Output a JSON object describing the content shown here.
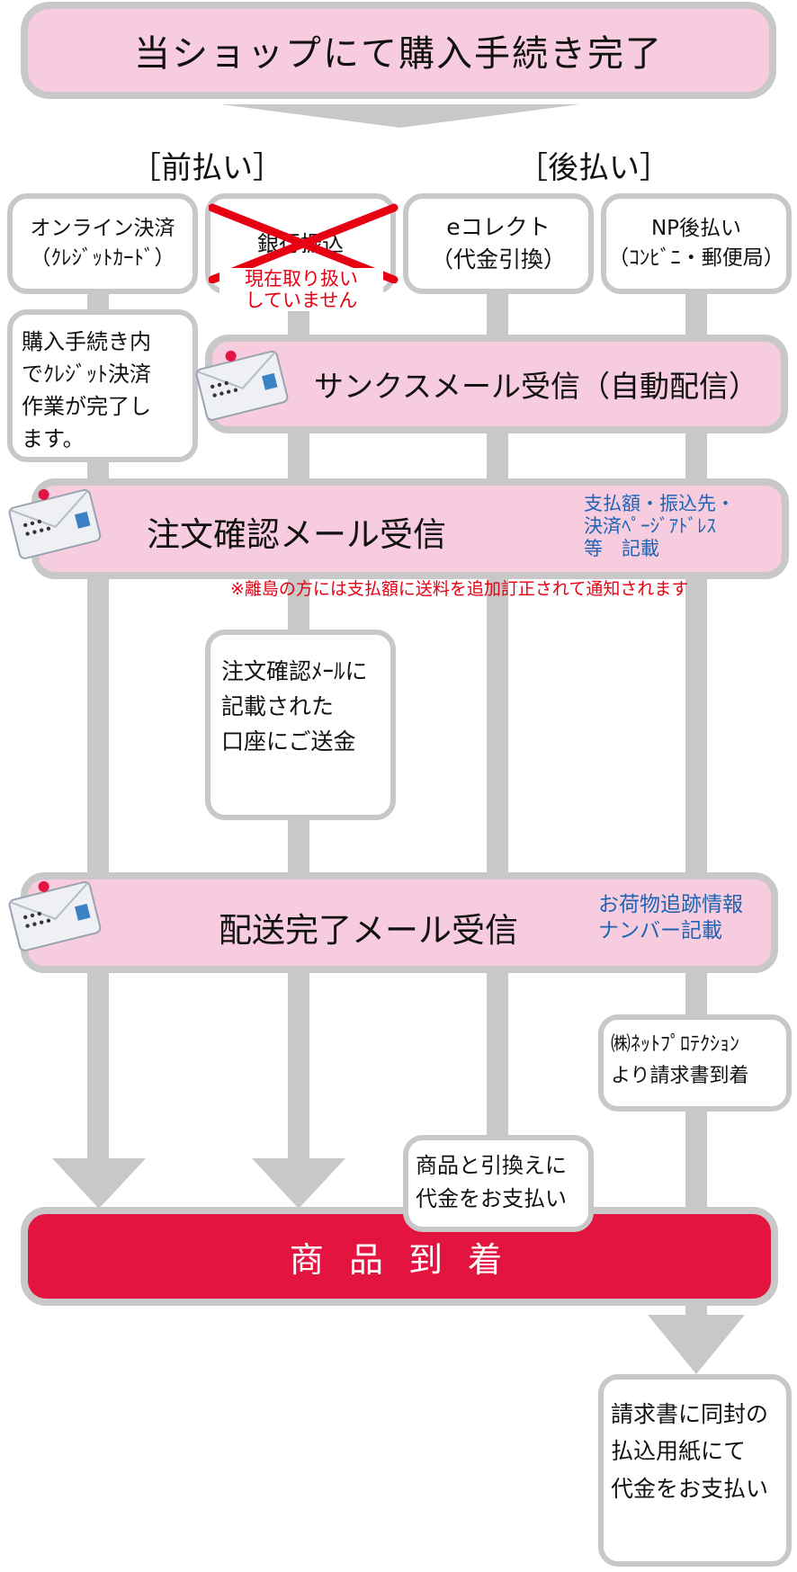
{
  "header": {
    "title": "当ショップにて購入手続き完了"
  },
  "categories": {
    "prepay": "［前払い］",
    "postpay": "［後払い］"
  },
  "methods": {
    "online": {
      "line1": "オンライン決済",
      "line2": "（ｸﾚｼﾞｯﾄｶｰﾄﾞ）"
    },
    "bank": {
      "label": "銀行振込",
      "note1": "現在取り扱い",
      "note2": "していません"
    },
    "ecollect": {
      "line1": "eコレクト",
      "line2": "（代金引換）"
    },
    "np": {
      "line1": "NP後払い",
      "line2": "（ｺﾝﾋﾞﾆ・郵便局）"
    }
  },
  "online_note": {
    "lines": [
      "購入手続き内",
      "でｸﾚｼﾞｯﾄ決済",
      "作業が完了し",
      "ます。"
    ]
  },
  "thanks_mail": {
    "label": "サンクスメール受信（自動配信）"
  },
  "order_mail": {
    "label": "注文確認メール受信",
    "info_lines": [
      "支払額・振込先・",
      "決済ﾍﾟｰｼﾞｱﾄﾞﾚｽ",
      "等　記載"
    ],
    "warning": "※離島の方には支払額に送料を追加訂正されて通知されます"
  },
  "bank_transfer": {
    "lines": [
      "注文確認ﾒｰﾙに",
      "記載された",
      "口座にご送金"
    ]
  },
  "ship_mail": {
    "label": "配送完了メール受信",
    "info_lines": [
      "お荷物追跡情報",
      "ナンバー記載"
    ]
  },
  "np_invoice": {
    "lines": [
      "㈱ﾈｯﾄﾌﾟﾛﾃｸｼｮﾝ",
      "より請求書到着"
    ]
  },
  "cod_payment": {
    "lines": [
      "商品と引換えに",
      "代金をお支払い"
    ]
  },
  "arrival": {
    "label": "商 品 到 着"
  },
  "invoice_payment": {
    "lines": [
      "請求書に同封の",
      "払込用紙にて",
      "代金をお支払い"
    ]
  },
  "colors": {
    "pink": "#f7ccdf",
    "gray": "#c8c8c8",
    "red": "#e60012",
    "blue": "#1e64b4"
  }
}
